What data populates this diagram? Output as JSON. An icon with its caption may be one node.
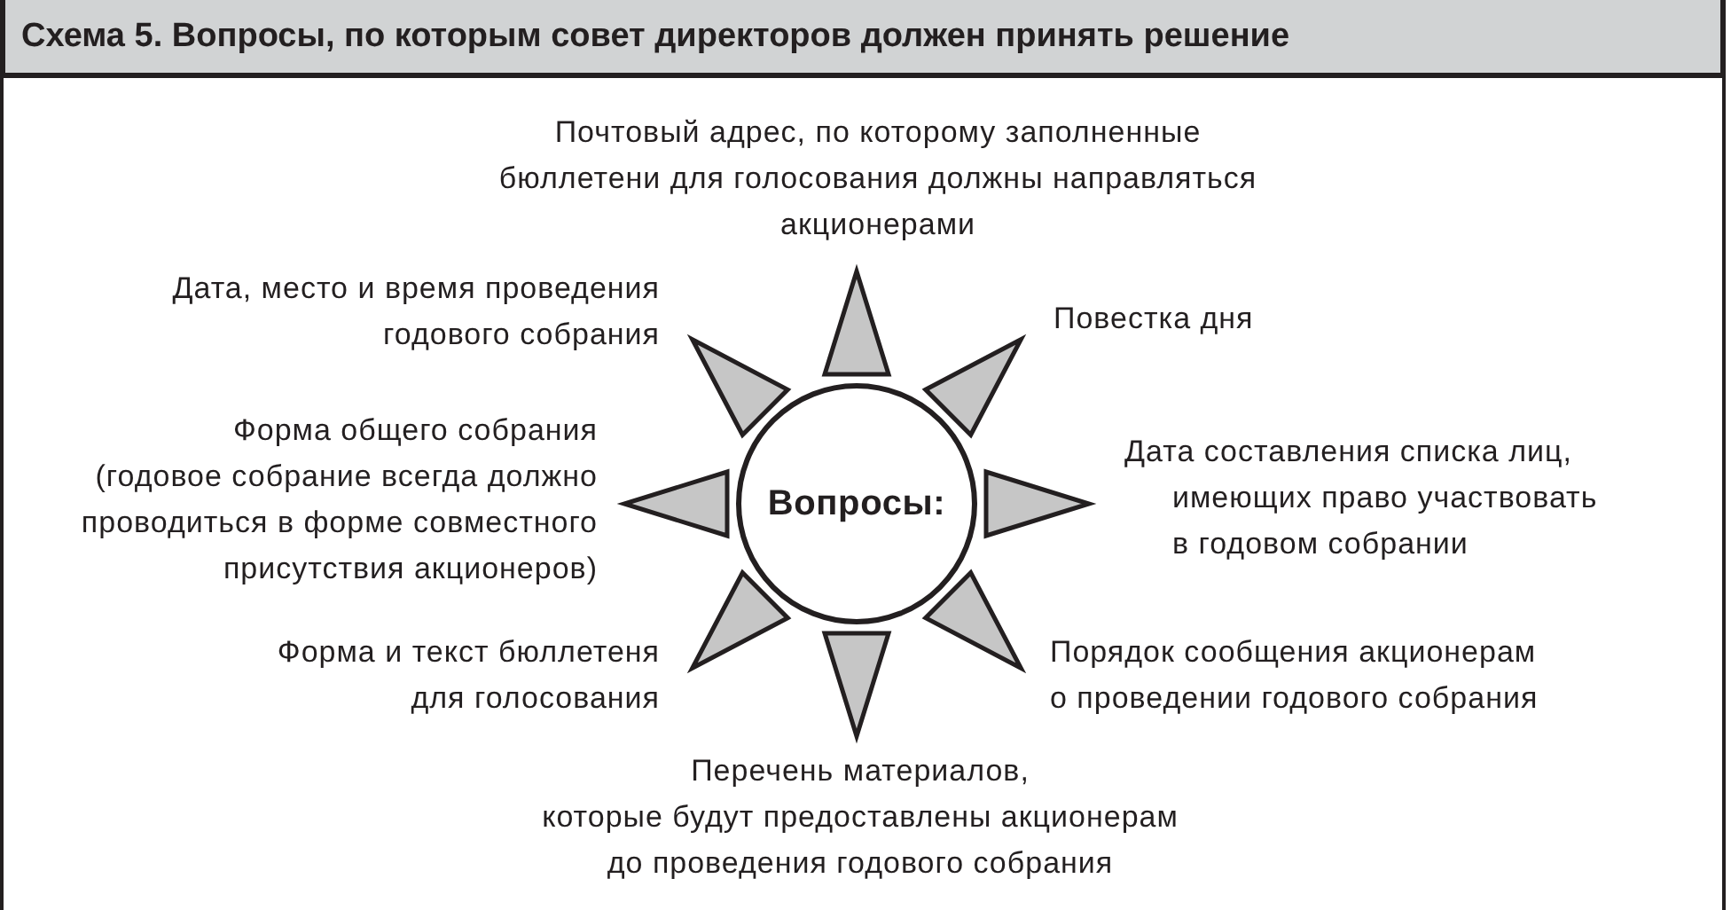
{
  "diagram": {
    "title": "Схема 5. Вопросы, по которым совет директоров должен принять решение",
    "nodes": [
      {
        "text": [
          "Почтовый адрес, по которому заполненные бюллетени для голосования должны направляться акционерами"
        ]
      },
      {
        "text": [
          "Дата, место и время проведения годового собрания"
        ]
      },
      {
        "text": [
          "Повестка дня"
        ]
      },
      {
        "text": [
          "Форма общего собрания (годовое собрание всегда должно проводиться в форме совместного присутствия акционеров)"
        ]
      },
      {
        "text": [
          "Вопросы:"
        ]
      },
      {
        "text": [
          "Дата составления списка лиц, имеющих право участвовать в годовом собрании"
        ]
      },
      {
        "text": [
          "Форма и текст бюллетеня для голосования"
        ]
      },
      {
        "text": [
          "Порядок сообщения акционерам о проведении годового собрания"
        ]
      },
      {
        "text": [
          "Перечень материалов, которые будут предоставлены акционерам до проведения годового собрания"
        ]
      }
    ],
    "edges": [
      {
        "from": 4,
        "to": 0,
        "arrow": "to"
      },
      {
        "from": 4,
        "to": 2,
        "arrow": "to"
      },
      {
        "from": 4,
        "to": 5,
        "arrow": "to"
      },
      {
        "from": 4,
        "to": 7,
        "arrow": "to"
      },
      {
        "from": 4,
        "to": 8,
        "arrow": "to"
      },
      {
        "from": 4,
        "to": 6,
        "arrow": "to"
      },
      {
        "from": 4,
        "to": 3,
        "arrow": "to"
      },
      {
        "from": 4,
        "to": 1,
        "arrow": "to"
      }
    ]
  }
}
